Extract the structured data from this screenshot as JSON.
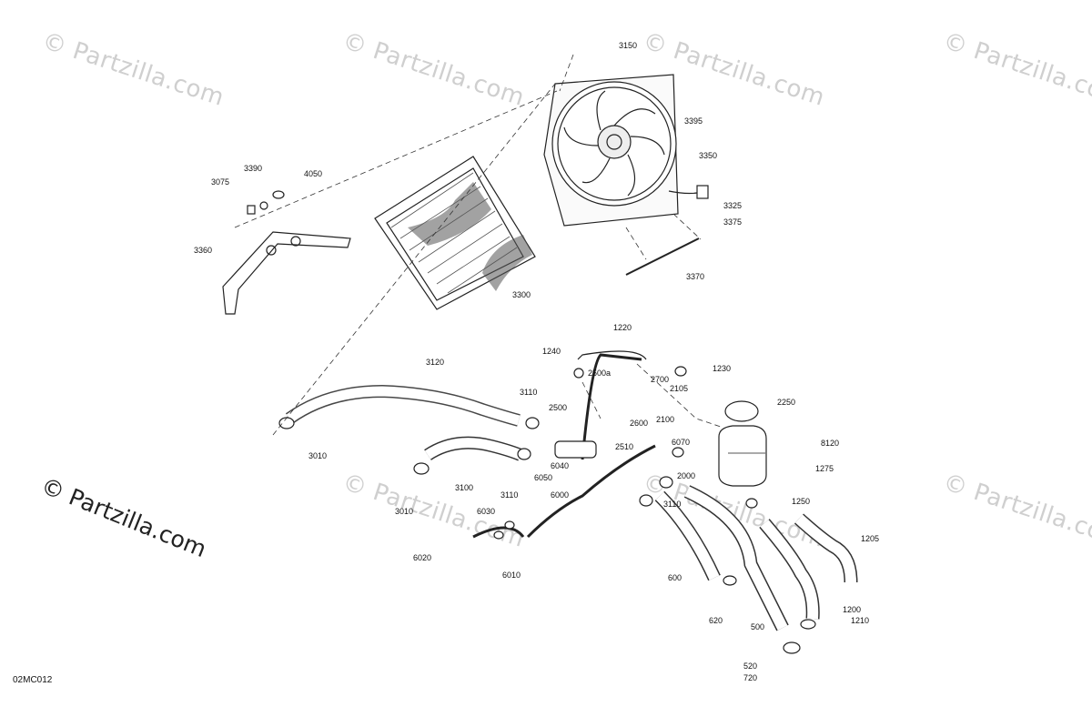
{
  "watermark": {
    "text": "© Partzilla.com",
    "main_text": "© Partzilla.com"
  },
  "diagram_code": "02MC012",
  "callouts": [
    {
      "id": "3150"
    },
    {
      "id": "3395"
    },
    {
      "id": "3350"
    },
    {
      "id": "3390"
    },
    {
      "id": "4050"
    },
    {
      "id": "3075"
    },
    {
      "id": "3325"
    },
    {
      "id": "3375"
    },
    {
      "id": "3360"
    },
    {
      "id": "3370"
    },
    {
      "id": "3300"
    },
    {
      "id": "1220"
    },
    {
      "id": "1240"
    },
    {
      "id": "1230"
    },
    {
      "id": "2500a"
    },
    {
      "id": "2700"
    },
    {
      "id": "3120"
    },
    {
      "id": "2105"
    },
    {
      "id": "3110"
    },
    {
      "id": "2250"
    },
    {
      "id": "2500"
    },
    {
      "id": "2600"
    },
    {
      "id": "2100"
    },
    {
      "id": "8120"
    },
    {
      "id": "3010"
    },
    {
      "id": "2510"
    },
    {
      "id": "6070"
    },
    {
      "id": "6040"
    },
    {
      "id": "3100"
    },
    {
      "id": "2000"
    },
    {
      "id": "1275"
    },
    {
      "id": "6050"
    },
    {
      "id": "3110"
    },
    {
      "id": "6000"
    },
    {
      "id": "3110"
    },
    {
      "id": "1250"
    },
    {
      "id": "3010"
    },
    {
      "id": "6030"
    },
    {
      "id": "1205"
    },
    {
      "id": "6020"
    },
    {
      "id": "600"
    },
    {
      "id": "6010"
    },
    {
      "id": "1200"
    },
    {
      "id": "620"
    },
    {
      "id": "1210"
    },
    {
      "id": "500"
    },
    {
      "id": "520"
    },
    {
      "id": "720"
    }
  ]
}
